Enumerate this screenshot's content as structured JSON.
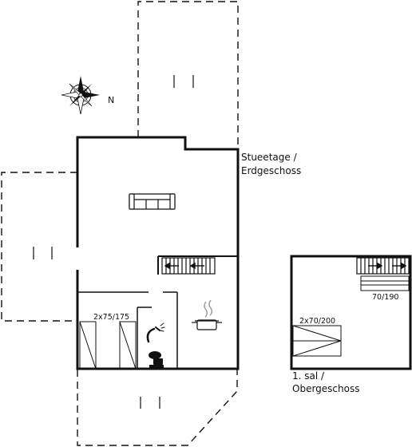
{
  "compass": {
    "north_label": "N"
  },
  "floors": {
    "ground": {
      "label_line1": "Stueetage /",
      "label_line2": "Erdgeschoss"
    },
    "upper": {
      "label_line1": "1. sal /",
      "label_line2": "Obergeschoss"
    }
  },
  "beds": {
    "ground_bunk": "2x75/175",
    "upper_double": "2x70/200",
    "upper_single": "70/190"
  },
  "colors": {
    "line": "#111111",
    "background": "#ffffff"
  },
  "icons": [
    "compass-rose-icon",
    "sofa-icon",
    "stairs-icon",
    "shower-icon",
    "toilet-icon",
    "cooking-pot-icon",
    "bed-icon"
  ]
}
